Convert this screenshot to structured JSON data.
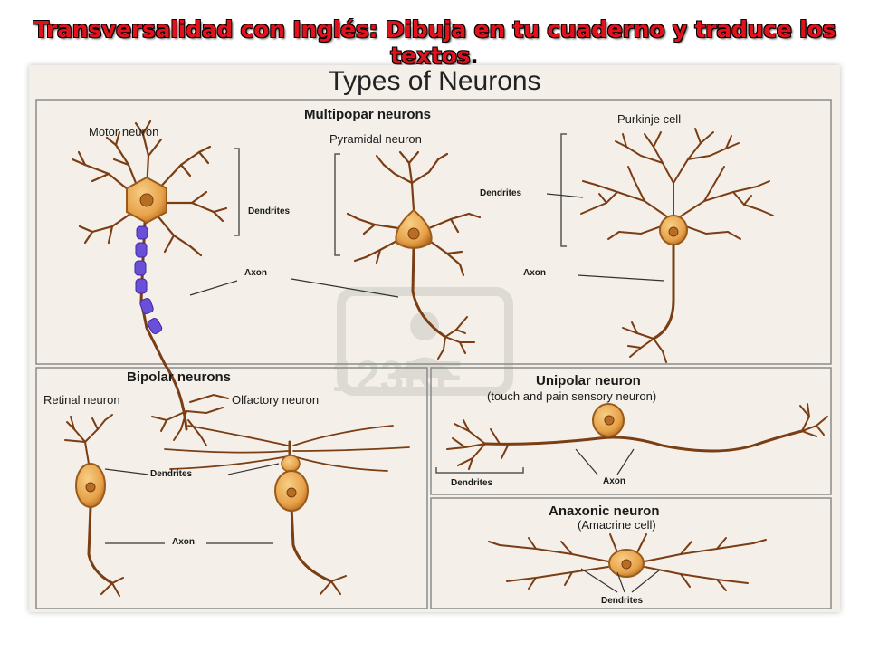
{
  "banner": {
    "text": "Transversalidad con Inglés: Dibuja en tu cuaderno y traduce los textos",
    "punct": ".",
    "text_color": "#e0121c"
  },
  "poster": {
    "title": "Types of Neurons",
    "watermark": "123RF",
    "background": "#f4f0e9",
    "neuron_color": "#e7a24a",
    "dendrite_color": "#7a3d14",
    "myelin_color": "#6a4fd8",
    "sections": {
      "multipolar": {
        "heading": "Multipopar neurons",
        "motor": {
          "name": "Motor neuron",
          "dendrites": "Dendrites",
          "axon": "Axon"
        },
        "pyramidal": {
          "name": "Pyramidal neuron"
        },
        "purkinje": {
          "name": "Purkinje cell",
          "dendrites": "Dendrites",
          "axon": "Axon"
        }
      },
      "bipolar": {
        "heading": "Bipolar neurons",
        "retinal": {
          "name": "Retinal neuron"
        },
        "olfactory": {
          "name": "Olfactory neuron"
        },
        "dendrites": "Dendrites",
        "axon": "Axon"
      },
      "unipolar": {
        "heading": "Unipolar neuron",
        "subheading": "(touch and pain sensory neuron)",
        "dendrites": "Dendrites",
        "axon": "Axon"
      },
      "anaxonic": {
        "heading": "Anaxonic neuron",
        "subheading": "(Amacrine cell)",
        "dendrites": "Dendrites"
      }
    }
  }
}
